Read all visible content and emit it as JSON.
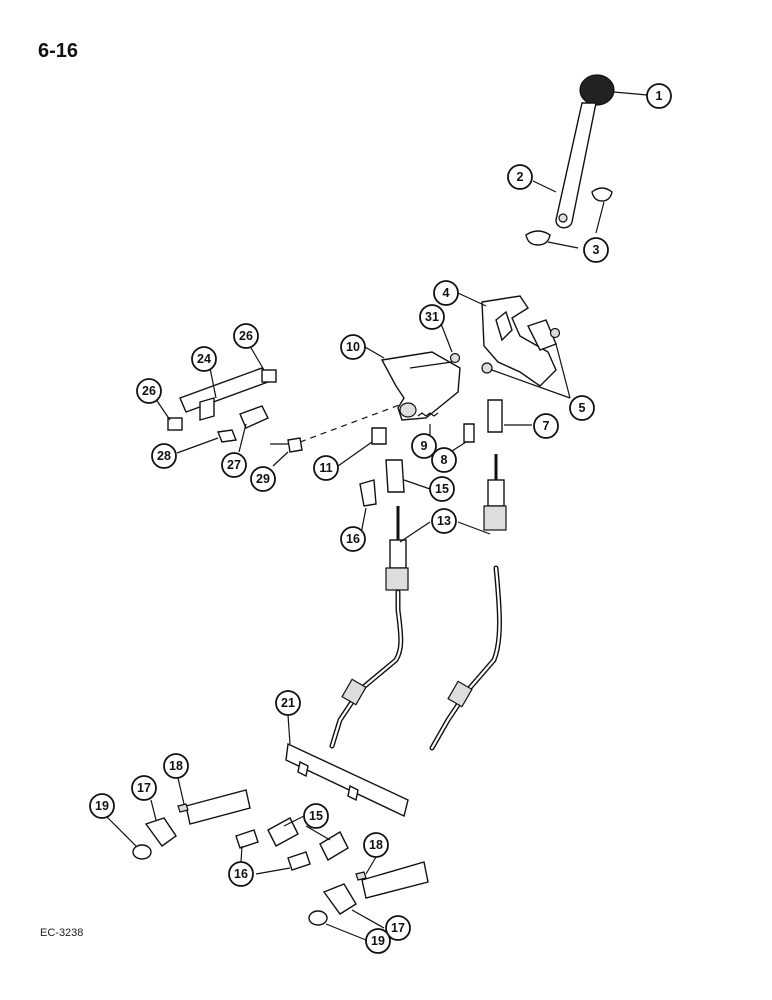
{
  "page": {
    "number": "6-16",
    "drawing_code": "EC-3238"
  },
  "callouts": [
    {
      "id": "c1",
      "label": "1"
    },
    {
      "id": "c2",
      "label": "2"
    },
    {
      "id": "c3",
      "label": "3"
    },
    {
      "id": "c4",
      "label": "4"
    },
    {
      "id": "c5",
      "label": "5"
    },
    {
      "id": "c7",
      "label": "7"
    },
    {
      "id": "c8",
      "label": "8"
    },
    {
      "id": "c9",
      "label": "9"
    },
    {
      "id": "c10",
      "label": "10"
    },
    {
      "id": "c11",
      "label": "11"
    },
    {
      "id": "c13",
      "label": "13"
    },
    {
      "id": "c15a",
      "label": "15"
    },
    {
      "id": "c15b",
      "label": "15"
    },
    {
      "id": "c16a",
      "label": "16"
    },
    {
      "id": "c16b",
      "label": "16"
    },
    {
      "id": "c17a",
      "label": "17"
    },
    {
      "id": "c17b",
      "label": "17"
    },
    {
      "id": "c18a",
      "label": "18"
    },
    {
      "id": "c18b",
      "label": "18"
    },
    {
      "id": "c19a",
      "label": "19"
    },
    {
      "id": "c19b",
      "label": "19"
    },
    {
      "id": "c21",
      "label": "21"
    },
    {
      "id": "c24",
      "label": "24"
    },
    {
      "id": "c26a",
      "label": "26"
    },
    {
      "id": "c26b",
      "label": "26"
    },
    {
      "id": "c27",
      "label": "27"
    },
    {
      "id": "c28",
      "label": "28"
    },
    {
      "id": "c29",
      "label": "29"
    },
    {
      "id": "c31",
      "label": "31"
    }
  ]
}
